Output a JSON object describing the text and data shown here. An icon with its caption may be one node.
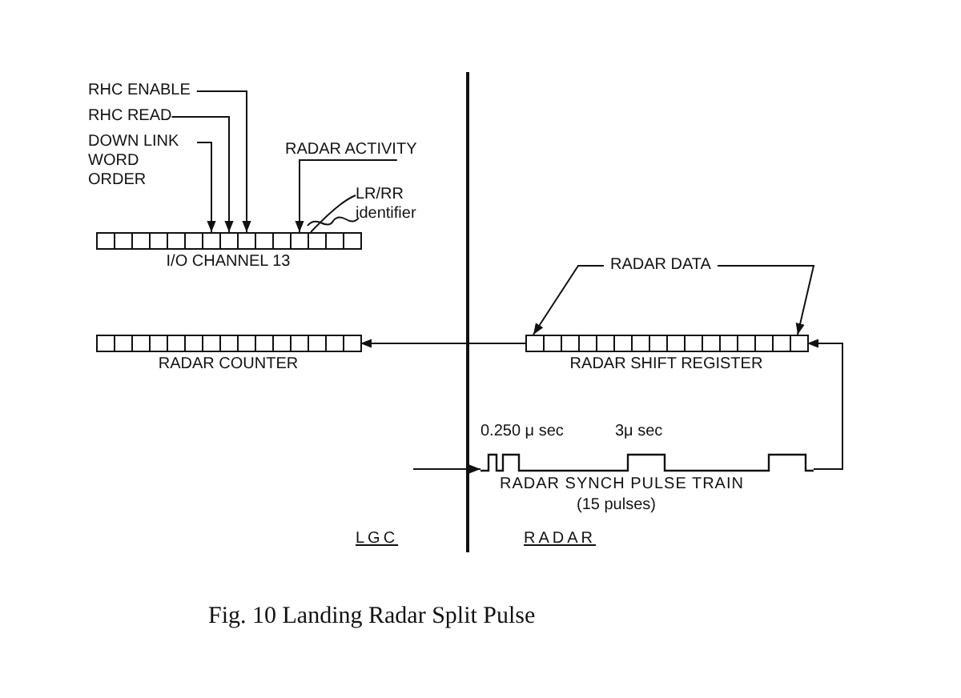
{
  "diagram": {
    "caption": "Fig. 10 Landing Radar Split Pulse",
    "nodes": [
      {
        "text": [
          "RHC ENABLE"
        ]
      },
      {
        "text": [
          "RHC READ"
        ]
      },
      {
        "text": [
          "DOWN LINK WORD ORDER"
        ]
      },
      {
        "text": [
          "RADAR ACTIVITY"
        ]
      },
      {
        "text": [
          "I/O CHANNEL 13"
        ]
      },
      {
        "text": [
          "LR/RR identifier"
        ]
      },
      {
        "text": [
          "RADAR DATA"
        ]
      },
      {
        "text": [
          "RADAR SHIFT REGISTER"
        ]
      },
      {
        "text": [
          "RADAR COUNTER"
        ]
      },
      {
        "text": [
          "RADAR SYNCH PULSE TRAIN",
          "(15 pulses)"
        ],
        "beside": [
          "0.250 μ sec",
          "3μ sec"
        ]
      }
    ],
    "edges": [
      {
        "from": 0,
        "to": 4,
        "arrow": "to"
      },
      {
        "from": 1,
        "to": 4,
        "arrow": "to"
      },
      {
        "from": 2,
        "to": 4,
        "arrow": "to"
      },
      {
        "from": 3,
        "to": 4,
        "arrow": "to"
      },
      {
        "from": 5,
        "to": 4,
        "arrow": "none"
      },
      {
        "from": 6,
        "to": 7,
        "arrow": "to"
      },
      {
        "from": 6,
        "to": 7,
        "arrow": "to"
      },
      {
        "from": 7,
        "to": 8,
        "arrow": "to"
      },
      {
        "from": 9,
        "to": 7,
        "arrow": "to"
      },
      {
        "from": null,
        "to": 9,
        "arrow": "to"
      }
    ],
    "labels": [
      "LGC",
      "RADAR"
    ]
  }
}
